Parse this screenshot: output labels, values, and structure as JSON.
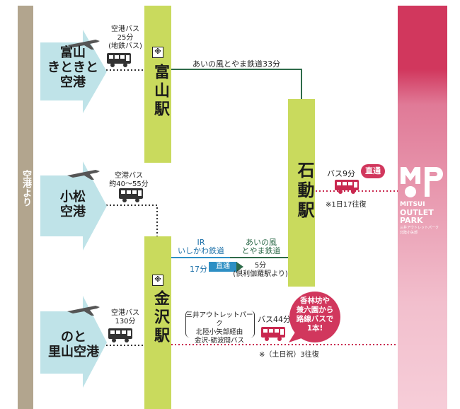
{
  "left_bar": {
    "label": "空港より",
    "color": "#b2a58e"
  },
  "airports": {
    "toyama": {
      "name_lines": [
        "富山",
        "きときと",
        "空港"
      ],
      "bus_label_lines": [
        "空港バス",
        "25分",
        "(地鉄バス)"
      ]
    },
    "komatsu": {
      "name_lines": [
        "小松",
        "空港"
      ],
      "bus_label_lines": [
        "空港バス",
        "約40～55分"
      ]
    },
    "noto": {
      "name_lines": [
        "のと",
        "里山空港"
      ],
      "bus_label_lines": [
        "空港バス",
        "130分"
      ]
    }
  },
  "stations": {
    "toyama": {
      "name": "富山駅",
      "mark": "※"
    },
    "kanazawa": {
      "name": "金沢駅",
      "mark": "※"
    },
    "isurugi": {
      "name": "石動駅"
    }
  },
  "lines": {
    "toyama_isurugi": "あいの風とやま鉄道33分",
    "ir_name_lines": [
      "IR",
      "いしかわ鉄道"
    ],
    "ainokaze_lines": [
      "あいの風",
      "とやま鉄道"
    ],
    "ir_time": "17分",
    "direct_label": "直通",
    "ainokaze_time": "5分",
    "ainokaze_note": "(倶利伽羅駅より)"
  },
  "isurugi_bus": {
    "label": "バス9分",
    "direct_badge": "直通",
    "note": "※1日17往復"
  },
  "kanazawa_bus": {
    "route_lines": [
      "三井アウトレットパーク",
      "北陸小矢部経由",
      "金沢-砺波間バス"
    ],
    "label": "バス44分",
    "note": "※（土日祝）3往復",
    "bubble_lines": [
      "香林坊や",
      "兼六園から",
      "路線バスで",
      "1本!"
    ]
  },
  "outlet": {
    "logo_text": "MOP",
    "name_lines": [
      "MITSUI",
      "OUTLET",
      "PARK"
    ],
    "sub_lines": [
      "三井アウトレットパーク",
      "北陸小矢部"
    ]
  },
  "colors": {
    "airport_arrow": "#bfe3e8",
    "station": "#c9da5d",
    "ainokaze_line": "#2e6b4a",
    "ir_line": "#2d8fc4",
    "bus_dotted": "#c9284f",
    "outlet": "#d1375d"
  }
}
